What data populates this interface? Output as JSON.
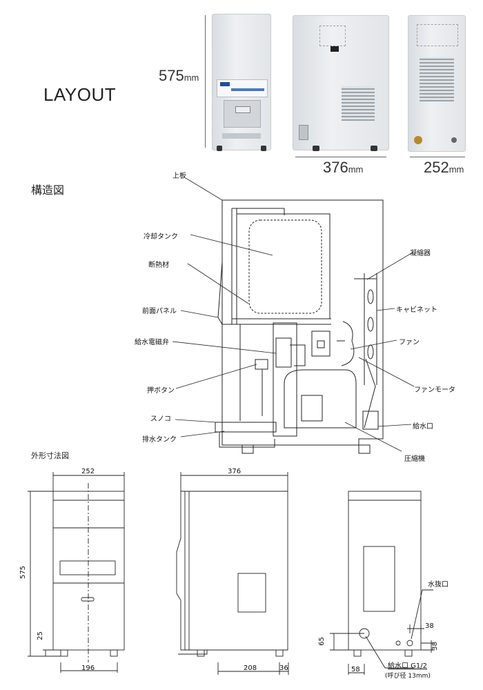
{
  "header": {
    "layout_title": "LAYOUT",
    "height_value": "575",
    "depth_value": "376",
    "width_value": "252",
    "unit": "mm"
  },
  "structure": {
    "title": "構造図",
    "labels": {
      "top_plate": "上板",
      "cooling_tank": "冷却タンク",
      "insulation": "断熱材",
      "front_panel": "前面パネル",
      "solenoid_valve": "給水電磁弁",
      "push_button": "押ボタン",
      "drip_grid": "スノコ",
      "drain_tank": "排水タンク",
      "condenser": "凝縮器",
      "cabinet": "キャビネット",
      "fan": "ファン",
      "fan_motor": "ファンモータ",
      "water_inlet": "給水口",
      "compressor": "圧縮機"
    }
  },
  "dimensions": {
    "title": "外形寸法図",
    "front_width": "252",
    "front_height": "575",
    "front_foot": "25",
    "front_foot_span": "196",
    "side_depth": "376",
    "side_208": "208",
    "side_36": "36",
    "back_drain_label": "水抜口",
    "back_38_top": "38",
    "back_38_right": "38",
    "back_65": "65",
    "back_58": "58",
    "back_inlet_label": "給水口 G1/2",
    "back_inlet_note": "(呼び径 13mm)"
  }
}
